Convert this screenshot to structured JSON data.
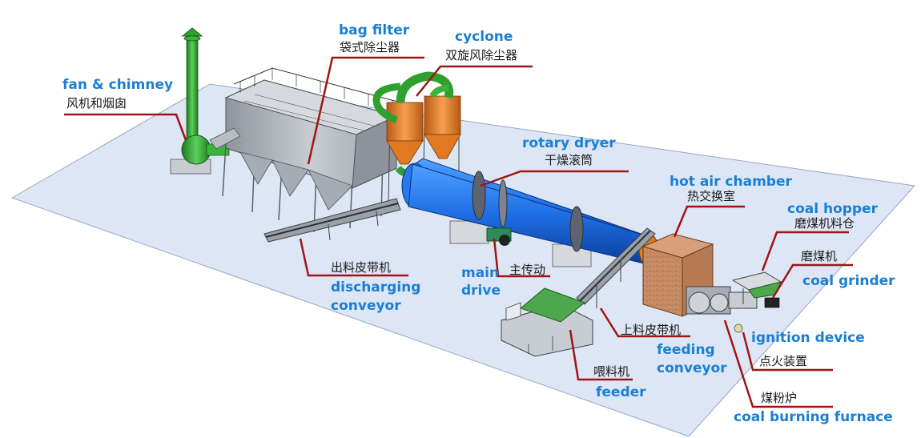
{
  "labels": {
    "fan_chimney": {
      "en": "fan & chimney",
      "cn": "风机和烟囱"
    },
    "bag_filter": {
      "en": "bag filter",
      "cn": "袋式除尘器"
    },
    "cyclone": {
      "en": "cyclone",
      "cn": "双旋风除尘器"
    },
    "rotary_dryer": {
      "en": "rotary dryer",
      "cn": "干燥滚筒"
    },
    "hot_air_chamber": {
      "en": "hot air chamber",
      "cn": "热交换室"
    },
    "coal_hopper": {
      "en": "coal hopper",
      "cn": "磨煤机料仓"
    },
    "coal_grinder": {
      "en": "coal grinder",
      "cn": "磨煤机"
    },
    "discharging_conveyor": {
      "en_line1": "discharging",
      "en_line2": "conveyor",
      "cn": "出料皮带机"
    },
    "main_drive": {
      "en_line1": "main",
      "en_line2": "drive",
      "cn": "主传动"
    },
    "feeding_conveyor": {
      "en_line1": "feeding",
      "en_line2": "conveyor",
      "cn": "上料皮带机"
    },
    "feeder": {
      "en": "feeder",
      "cn": "喂料机"
    },
    "ignition_device": {
      "en": "ignition device",
      "cn": "点火装置"
    },
    "coal_burning_furnace": {
      "en": "coal burning furnace",
      "cn": "煤粉炉"
    }
  },
  "colors": {
    "floor": "#dde6f5",
    "leader": "#a01414",
    "english_text": "#1a7fd4",
    "dryer_drum": "#1e6ee6",
    "chimney": "#2fa02f",
    "cyclone": "#e8822a",
    "hot_air_chamber": "#c98e65"
  }
}
